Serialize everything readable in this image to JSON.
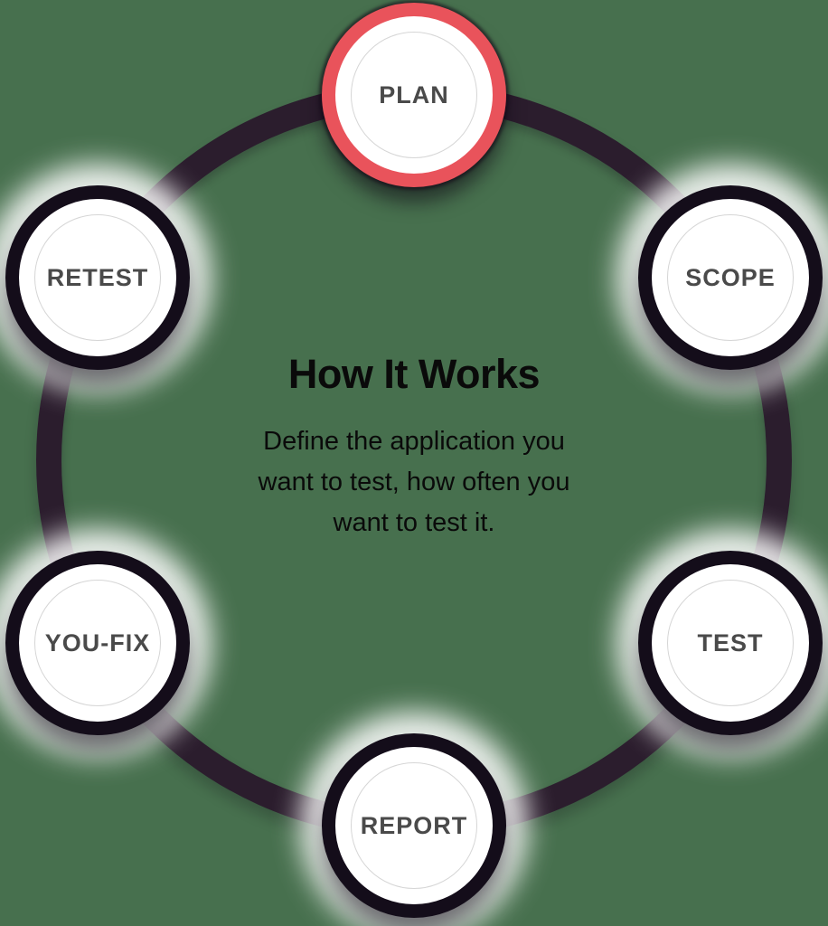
{
  "colors": {
    "background": "#47704E",
    "band": "#2B1D2D",
    "node_ring": "#140D1A",
    "accent_red": "#E9535B",
    "label_text": "#4A4A4A",
    "inner_ring": "#D6D6D6",
    "heading_text": "#0A0A0A"
  },
  "center": {
    "title": "How It Works",
    "description_lines": [
      "Define the application you",
      "want to test, how often you",
      "want to test it."
    ]
  },
  "nodes": [
    {
      "id": "plan",
      "label": "PLAN",
      "highlighted": true
    },
    {
      "id": "scope",
      "label": "SCOPE",
      "highlighted": false
    },
    {
      "id": "test",
      "label": "TEST",
      "highlighted": false
    },
    {
      "id": "report",
      "label": "REPORT",
      "highlighted": false
    },
    {
      "id": "you-fix",
      "label": "YOU-FIX",
      "highlighted": false
    },
    {
      "id": "retest",
      "label": "RETEST",
      "highlighted": false
    }
  ]
}
